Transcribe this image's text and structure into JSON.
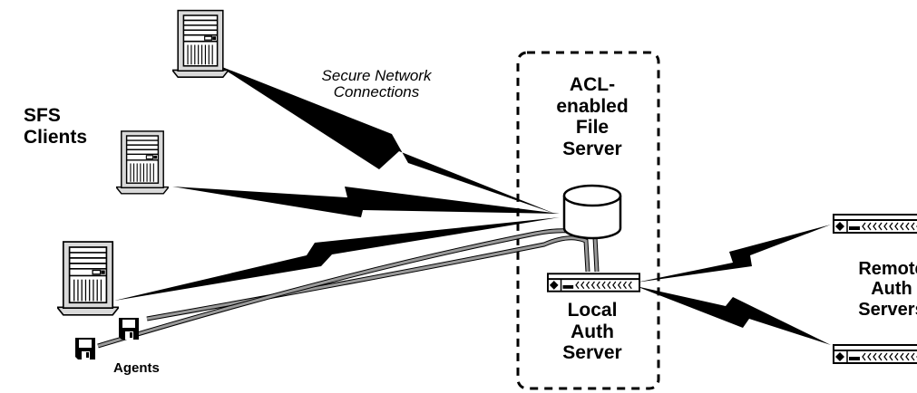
{
  "labels": {
    "sfs_clients": "SFS\nClients",
    "secure_network": "Secure Network\nConnections",
    "file_server": "ACL-\nenabled\nFile\nServer",
    "local_auth": "Local\nAuth\nServer",
    "remote_auth": "Remote\nAuth\nServers",
    "agents": "Agents"
  },
  "icons": {
    "client_tower": "server-tower-icon",
    "database": "database-cylinder-icon",
    "auth_server": "rack-server-icon",
    "agent_disk": "floppy-disk-icon"
  },
  "colors": {
    "line": "#000000",
    "agent_line": "#999999",
    "tower_fill": "#d9d9d9",
    "background": "#ffffff"
  }
}
